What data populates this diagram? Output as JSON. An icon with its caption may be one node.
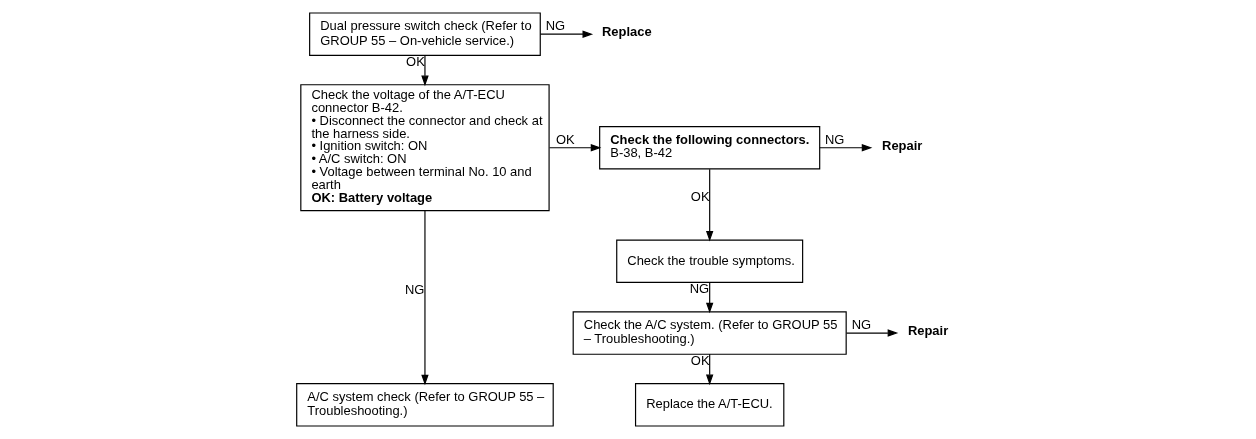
{
  "diagram": {
    "nodes": [
      {
        "text": [
          "Dual pressure switch check (Refer to GROUP 55 – On-vehicle service.)"
        ]
      },
      {
        "text": [
          "Replace"
        ]
      },
      {
        "text": [
          "Check the voltage of the A/T-ECU connector B-42.",
          "• Disconnect the connector and check at the harness side.",
          "• Ignition switch: ON",
          "• A/C switch: ON",
          "• Voltage between terminal No. 10 and earth",
          "OK: Battery voltage"
        ]
      },
      {
        "text": [
          "A/C system check (Refer to GROUP 55 – Troubleshooting.)"
        ]
      },
      {
        "text": [
          "Check the following connectors.",
          "B-38, B-42"
        ]
      },
      {
        "text": [
          "Repair"
        ]
      },
      {
        "text": [
          "Check the trouble symptoms."
        ]
      },
      {
        "text": [
          "Check the A/C system. (Refer to GROUP 55 – Troubleshooting.)"
        ]
      },
      {
        "text": [
          "Repair"
        ]
      },
      {
        "text": [
          "Replace the A/T-ECU."
        ]
      }
    ],
    "edges": [
      {
        "from": 0,
        "to": 1,
        "arrow": "to",
        "label": "NG"
      },
      {
        "from": 0,
        "to": 2,
        "arrow": "to",
        "label": "OK"
      },
      {
        "from": 2,
        "to": 4,
        "arrow": "to",
        "label": "OK"
      },
      {
        "from": 2,
        "to": 3,
        "arrow": "to",
        "label": "NG"
      },
      {
        "from": 4,
        "to": 5,
        "arrow": "to",
        "label": "NG"
      },
      {
        "from": 4,
        "to": 6,
        "arrow": "to",
        "label": "OK"
      },
      {
        "from": 6,
        "to": 7,
        "arrow": "to",
        "label": "NG"
      },
      {
        "from": 7,
        "to": 8,
        "arrow": "to",
        "label": "NG"
      },
      {
        "from": 7,
        "to": 9,
        "arrow": "to",
        "label": "OK"
      }
    ]
  }
}
